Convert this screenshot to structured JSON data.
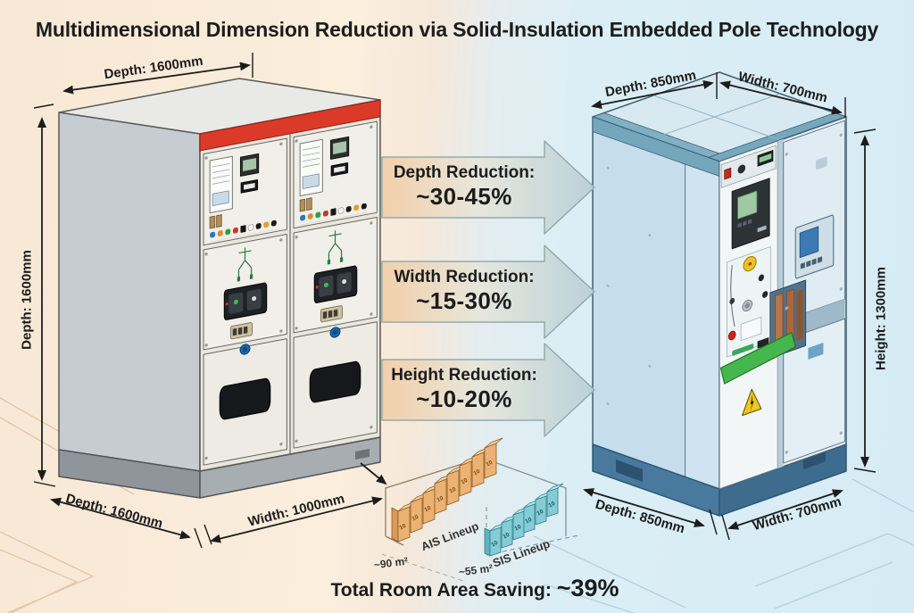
{
  "title": "Multidimensional Dimension Reduction via Solid-Insulation Embedded Pole Technology",
  "left_cabinet": {
    "dim_top": "Depth: 1600mm",
    "dim_side": "Depth: 1600mm",
    "dim_bottom_depth": "Depth: 1600mm",
    "dim_bottom_width": "Width: 1000mm"
  },
  "right_cabinet": {
    "dim_top_depth": "Depth: 850mm",
    "dim_top_width": "Width: 700mm",
    "dim_side_height": "Height: 1300mm",
    "dim_bottom_depth": "Depth: 850mm",
    "dim_bottom_width": "Width: 700mm"
  },
  "reduction_arrows": [
    {
      "label": "Depth Reduction:",
      "value": "~30-45%"
    },
    {
      "label": "Width Reduction:",
      "value": "~15-30%"
    },
    {
      "label": "Height Reduction:",
      "value": "~10-20%"
    }
  ],
  "room_comparison": {
    "ais_label": "AIS Lineup",
    "ais_area": "~90 m²",
    "sis_label": "SIS Lineup",
    "sis_area": "~55 m²",
    "unit_label": "10",
    "total_label": "Total Room Area Saving:",
    "total_value": "~39%"
  },
  "colors": {
    "background_left": "#f8e8d5",
    "background_right": "#d8edf5",
    "cabinet_left_body": "#e8e6df",
    "cabinet_left_stripe": "#dc3a28",
    "cabinet_right_body": "#cfe2ef",
    "arrow_fill_left": "#f2cda6",
    "arrow_fill_right": "#b7d0d8",
    "ais_block": "#ecb273",
    "sis_block": "#85ccd7"
  }
}
